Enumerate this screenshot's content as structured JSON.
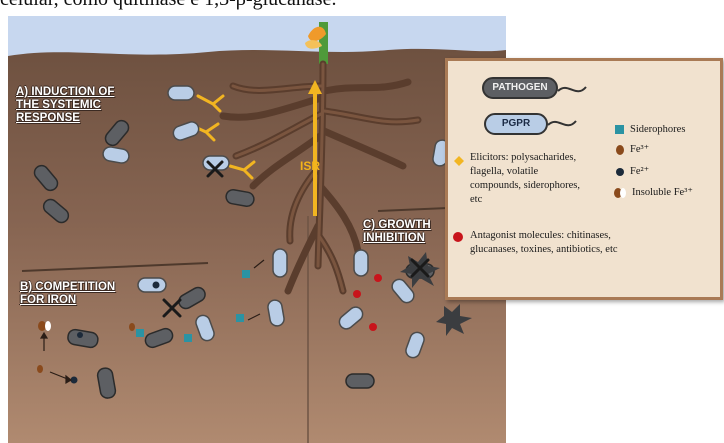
{
  "caption": "celular, como quitinase e 1,3-β-glucanase.",
  "diagram": {
    "isr_label": "ISR",
    "section_a": {
      "line1": "A) INDUCTION OF",
      "line2": "THE SYSTEMIC",
      "line3": "RESPONSE"
    },
    "section_b": {
      "line1": "B) COMPETITION",
      "line2": "FOR IRON"
    },
    "section_c": {
      "line1": "C) GROWTH",
      "line2": "INHIBITION"
    }
  },
  "legend": {
    "pathogen_label": "PATHOGEN",
    "pgpr_label": "PGPR",
    "siderophores": "Siderophores",
    "fe3": "Fe³⁺",
    "fe2": "Fe²⁺",
    "insoluble_fe3": "Insoluble Fe³⁺",
    "elicitors": {
      "line1": "Elicitors: polysacharides,",
      "line2": "flagella, volatile",
      "line3": "compounds, siderophores,",
      "line4": "etc"
    },
    "antagonist": {
      "line1": "Antagonist molecules: chitinases,",
      "line2": "glucanases, toxines, antibiotics, etc"
    },
    "colors": {
      "siderophore": "#2b93a3",
      "fe3": "#8a4a1c",
      "fe2": "#1c2a3a",
      "elicitor": "#f2b521",
      "antagonist": "#c8141b",
      "pathogen": "#5d5f63",
      "pgpr": "#b9cde6",
      "soil": "#8a6a55",
      "sky": "#c7d7ef"
    }
  }
}
